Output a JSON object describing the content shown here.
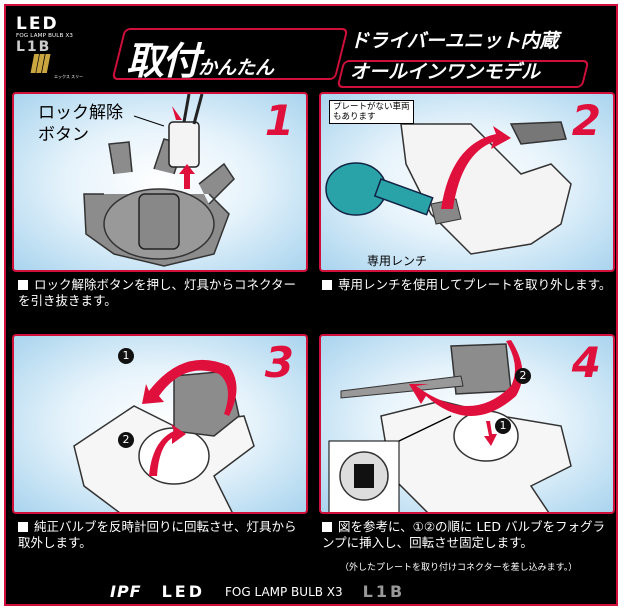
{
  "header": {
    "logo": {
      "led": "LED",
      "product": "FOG LAMP BULB X3",
      "model": "L1B",
      "series_mark": "X3",
      "series_reading": "エックス スリー"
    },
    "title_big": "取付",
    "title_small": "かんたん",
    "subtitle_line1": "ドライバーユニット内蔵",
    "subtitle_line2": "オールインワンモデル"
  },
  "steps": [
    {
      "number": "1",
      "callout": "ロック解除\nボタン",
      "caption": "ロック解除ボタンを押し、灯具からコネクターを引き抜きます。"
    },
    {
      "number": "2",
      "note": "プレートがない車両\nもあります",
      "callout": "専用レンチ",
      "caption": "専用レンチを使用してプレートを取り外します。"
    },
    {
      "number": "3",
      "markers": [
        "1",
        "2"
      ],
      "caption": "純正バルブを反時計回りに回転させ、灯具から取外します。"
    },
    {
      "number": "4",
      "markers": [
        "1",
        "2"
      ],
      "caption": "図を参考に、①②の順に LED バルブをフォグランプに挿入し、回転させ固定します。",
      "subnote": "（外したプレートを取り付けコネクターを差し込みます。）"
    }
  ],
  "footer": {
    "brand": "IPF",
    "led": "LED",
    "product": "FOG LAMP BULB X3",
    "model": "L1B"
  },
  "colors": {
    "accent": "#d0103a",
    "number": "#e0103c",
    "background": "#000000",
    "wrench": "#2aa3a8"
  }
}
